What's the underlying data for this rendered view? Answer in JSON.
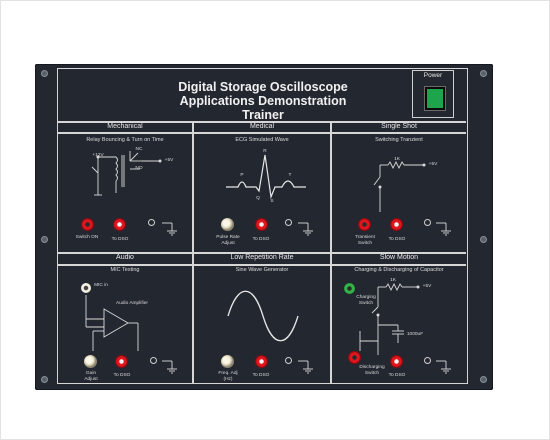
{
  "title": {
    "line1": "Digital Storage Oscilloscope",
    "line2": "Applications Demonstration Trainer"
  },
  "power": {
    "label": "Power",
    "switch_color": "#1ea44a"
  },
  "sections": {
    "mechanical": {
      "title": "Mechanical",
      "subtitle": "Relay Bouncing & Turn on Time",
      "labels": {
        "v12": "+12V",
        "nc": "NC",
        "no": "NO",
        "v5": "+5V"
      },
      "sockets": {
        "switch_on": "Switch ON",
        "to_dso": "To DSO"
      }
    },
    "medical": {
      "title": "Medical",
      "subtitle": "ECG Simulated Wave",
      "labels": {
        "p": "P",
        "q": "Q",
        "r": "R",
        "s": "S",
        "t": "T"
      },
      "sockets": {
        "pulse_rate": "Pulse Rate Adjust",
        "to_dso": "To DSO"
      }
    },
    "single_shot": {
      "title": "Single Shot",
      "subtitle": "Switching Tranzient",
      "labels": {
        "r1k": "1K",
        "v5": "+5V"
      },
      "sockets": {
        "transient_switch": "Transient Switch",
        "to_dso": "To DSO"
      }
    },
    "audio": {
      "title": "Audio",
      "subtitle": "MIC Testing",
      "labels": {
        "mic_in": "MIC in",
        "amplifier": "Audio Amplifier"
      },
      "sockets": {
        "gain_adjust": "Gain Adjust",
        "to_dso": "To DSO"
      }
    },
    "low_rep": {
      "title": "Low Repetition Rate",
      "subtitle": "Sine Wave Generator",
      "sockets": {
        "freq_adj": "Freq. Adj (Hz)",
        "to_dso": "To DSO"
      }
    },
    "slow_motion": {
      "title": "Slow Motion",
      "subtitle": "Charging & Discharging of Capacitor",
      "labels": {
        "r1k": "1K",
        "v5": "+5V",
        "cap": "1000uF",
        "charging": "Charging Switch",
        "discharging": "Discharging Switch"
      },
      "sockets": {
        "to_dso": "To DSO"
      }
    }
  }
}
